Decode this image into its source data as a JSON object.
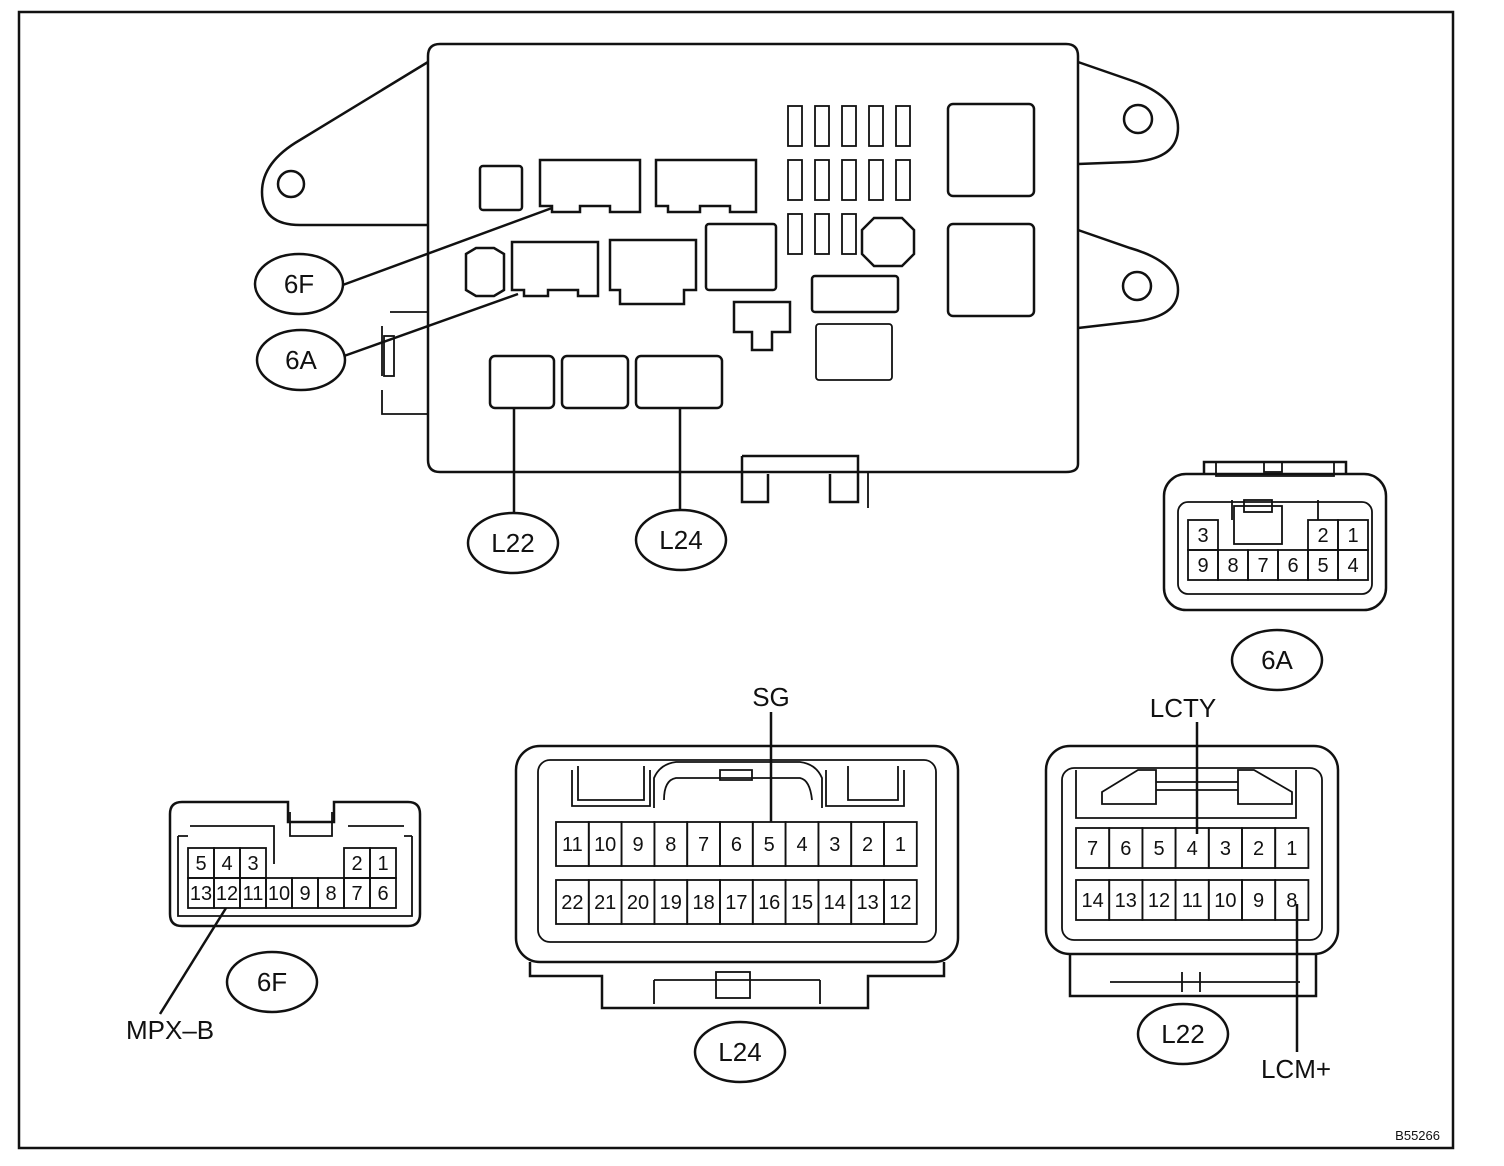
{
  "callouts": {
    "box_6f": "6F",
    "box_6a": "6A",
    "box_l22": "L22",
    "box_l24": "L24",
    "conn_6a": "6A",
    "conn_6f": "6F",
    "conn_l24": "L24",
    "conn_l22": "L22"
  },
  "signals": {
    "sg": "SG",
    "lcty": "LCTY",
    "mpx_b": "MPX–B",
    "lcm_plus": "LCM+"
  },
  "connector_6a": {
    "row1": [
      "3",
      "",
      "",
      "",
      "2",
      "1"
    ],
    "row2": [
      "9",
      "8",
      "7",
      "6",
      "5",
      "4"
    ]
  },
  "connector_6f": {
    "row1": [
      "5",
      "4",
      "3",
      "",
      "",
      "",
      "2",
      "1"
    ],
    "row2": [
      "13",
      "12",
      "11",
      "10",
      "9",
      "8",
      "7",
      "6"
    ]
  },
  "connector_l24": {
    "row1": [
      "11",
      "10",
      "9",
      "8",
      "7",
      "6",
      "5",
      "4",
      "3",
      "2",
      "1"
    ],
    "row2": [
      "22",
      "21",
      "20",
      "19",
      "18",
      "17",
      "16",
      "15",
      "14",
      "13",
      "12"
    ]
  },
  "connector_l22": {
    "row1": [
      "7",
      "6",
      "5",
      "4",
      "3",
      "2",
      "1"
    ],
    "row2": [
      "14",
      "13",
      "12",
      "11",
      "10",
      "9",
      "8"
    ]
  },
  "figure_id": "B55266"
}
